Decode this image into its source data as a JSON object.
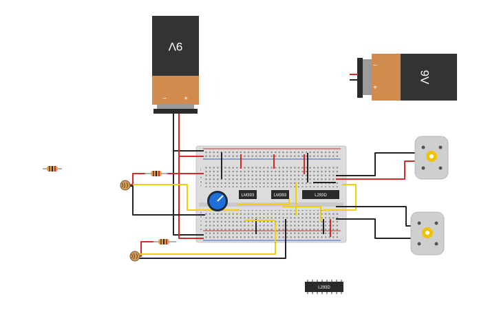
{
  "canvas": {
    "background": "#ffffff"
  },
  "batteries": [
    {
      "label": "9V",
      "minus": "−",
      "plus": "+"
    },
    {
      "label": "9V",
      "minus": "−",
      "plus": "+"
    }
  ],
  "chips": [
    {
      "label": "LM393"
    },
    {
      "label": "LM393"
    },
    {
      "label": "L293D"
    },
    {
      "label": "L293D"
    }
  ],
  "breadboard": {
    "row_letters_top": [
      "j",
      "i",
      "h",
      "g",
      "f"
    ],
    "row_letters_bottom": [
      "e",
      "d",
      "c",
      "b",
      "a"
    ]
  },
  "colors": {
    "battery_body": "#333333",
    "battery_cap": "#d18b4e",
    "wire_red": "#d62828",
    "wire_black": "#222222",
    "wire_yellow": "#f0d000",
    "breadboard": "#dcdcdc",
    "potentiometer_knob": "#1e6fd9",
    "motor_body": "#cfcfcf",
    "motor_gear": "#f2c400"
  }
}
